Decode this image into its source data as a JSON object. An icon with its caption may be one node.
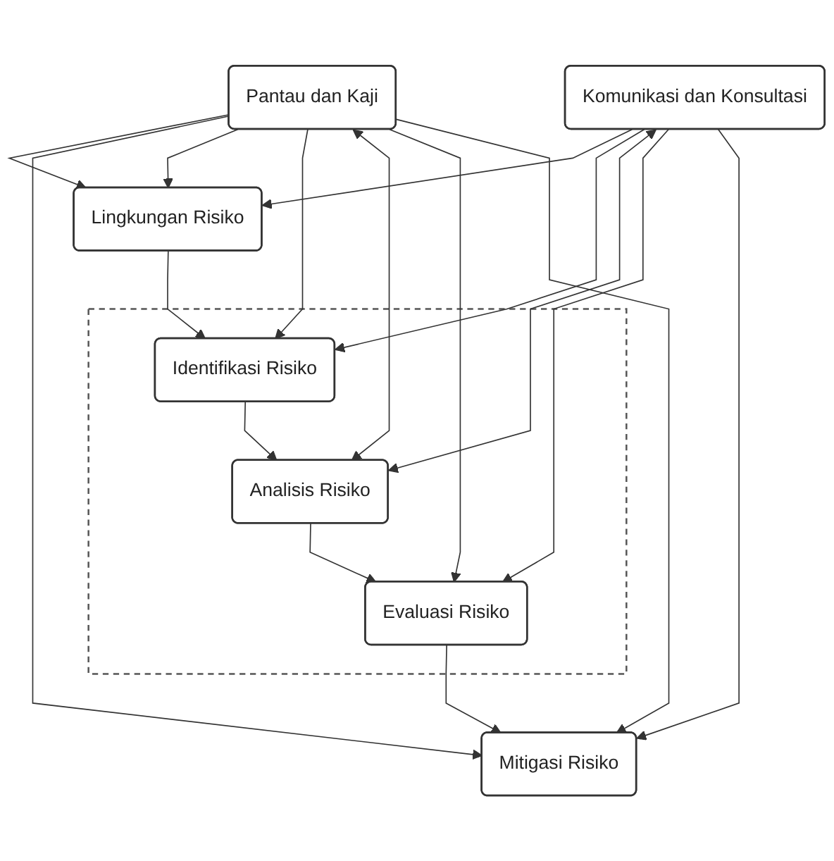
{
  "diagram": {
    "nodes": [
      {
        "text": [
          "Lingkungan Risiko"
        ]
      },
      {
        "text": [],
        "shape": "box"
      },
      {
        "text": [
          "Identifikasi Risiko"
        ],
        "in": 1
      },
      {
        "text": [
          "Analisis Risiko"
        ],
        "in": 1
      },
      {
        "text": [
          "Evaluasi Risiko"
        ],
        "in": 1
      },
      {
        "text": [
          "Mitigasi Risiko"
        ]
      },
      {
        "text": [
          "Pantau dan Kaji"
        ]
      },
      {
        "text": [
          "Komunikasi dan Konsultasi"
        ]
      }
    ],
    "edges": [
      {
        "from": 0,
        "to": 2,
        "arrow": "to"
      },
      {
        "from": 2,
        "to": 3,
        "arrow": "to"
      },
      {
        "from": 3,
        "to": 4,
        "arrow": "to"
      },
      {
        "from": 4,
        "to": 5,
        "arrow": "to"
      },
      {
        "from": 6,
        "to": 0,
        "arrow": "to"
      },
      {
        "from": 6,
        "to": 5,
        "arrow": "to"
      },
      {
        "from": 6,
        "to": 0,
        "arrow": "to"
      },
      {
        "from": 6,
        "to": 2,
        "arrow": "to"
      },
      {
        "from": 6,
        "to": 3,
        "arrow": "both"
      },
      {
        "from": 6,
        "to": 4,
        "arrow": "to"
      },
      {
        "from": 6,
        "to": 5,
        "arrow": "to"
      },
      {
        "from": 7,
        "to": 0,
        "arrow": "to"
      },
      {
        "from": 7,
        "to": 2,
        "arrow": "to"
      },
      {
        "from": 7,
        "to": 3,
        "arrow": "both"
      },
      {
        "from": 7,
        "to": 4,
        "arrow": "to"
      },
      {
        "from": 7,
        "to": 5,
        "arrow": "to"
      }
    ]
  }
}
